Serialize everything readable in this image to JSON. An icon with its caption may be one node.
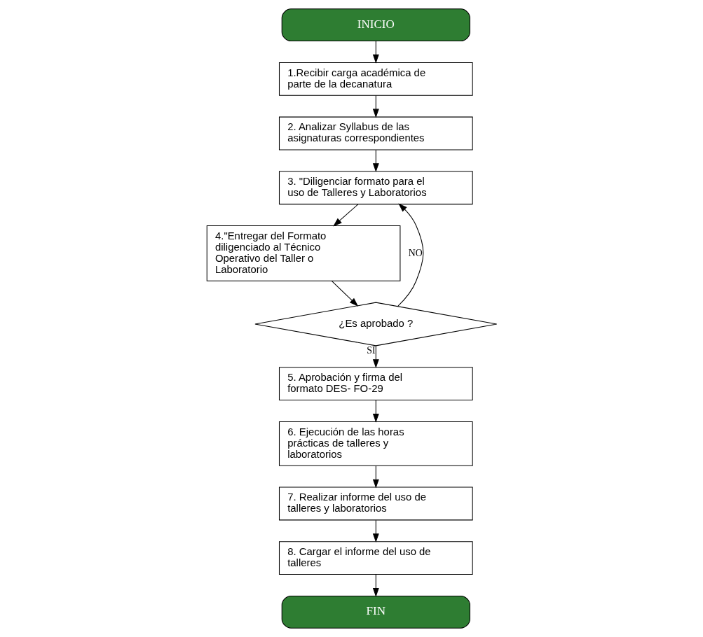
{
  "diagram": {
    "nodes": [
      {
        "text": [
          "INICIO"
        ]
      },
      {
        "text": [
          "1.Recibir carga académica de parte de la decanatura"
        ]
      },
      {
        "text": [
          "2. Analizar Syllabus de las asignaturas correspondientes"
        ]
      },
      {
        "text": [
          "3. \"Diligenciar formato para el uso de Talleres y Laboratorios"
        ]
      },
      {
        "text": [
          "4.\"Entregar del Formato diligenciado al Técnico Operativo del Taller o Laboratorio"
        ]
      },
      {
        "text": [
          "¿Es aprobado ?"
        ]
      },
      {
        "text": [
          "5. Aprobación y firma del formato DES- FO-29"
        ]
      },
      {
        "text": [
          "6. Ejecución de las horas prácticas de talleres y laboratorios"
        ]
      },
      {
        "text": [
          "7. Realizar informe del uso de talleres y laboratorios"
        ]
      },
      {
        "text": [
          "8. Cargar el informe del uso de talleres"
        ]
      },
      {
        "text": [
          "FIN"
        ]
      }
    ],
    "edges": [
      {
        "from": 0,
        "to": 1,
        "arrow": "to"
      },
      {
        "from": 1,
        "to": 2,
        "arrow": "to"
      },
      {
        "from": 2,
        "to": 3,
        "arrow": "to"
      },
      {
        "from": 3,
        "to": 4,
        "arrow": "to"
      },
      {
        "from": 4,
        "to": 5,
        "arrow": "to"
      },
      {
        "from": 5,
        "to": 3,
        "arrow": "to",
        "label": "NO"
      },
      {
        "from": 5,
        "to": 6,
        "arrow": "to",
        "label": "SI"
      },
      {
        "from": 6,
        "to": 7,
        "arrow": "to"
      },
      {
        "from": 7,
        "to": 8,
        "arrow": "to"
      },
      {
        "from": 8,
        "to": 9,
        "arrow": "to"
      },
      {
        "from": 9,
        "to": 10,
        "arrow": "to"
      }
    ]
  }
}
